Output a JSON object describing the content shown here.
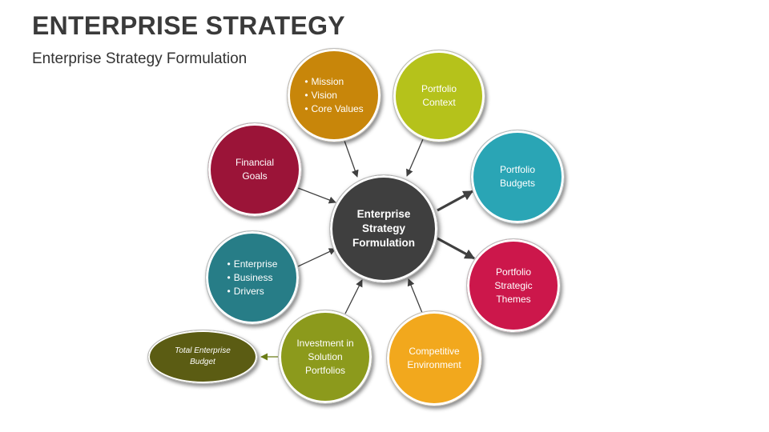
{
  "title": "ENTERPRISE STRATEGY",
  "subtitle": "Enterprise Strategy Formulation",
  "center": {
    "line1": "Enterprise",
    "line2": "Strategy",
    "line3": "Formulation",
    "color": "#3f3f3f"
  },
  "nodes": {
    "mission": {
      "items": [
        "Mission",
        "Vision",
        "Core Values"
      ],
      "color": "#c8860a"
    },
    "portfolio_context": {
      "line1": "Portfolio",
      "line2": "Context",
      "color": "#b5c21b"
    },
    "financial_goals": {
      "line1": "Financial",
      "line2": "Goals",
      "color": "#9b1438"
    },
    "portfolio_budgets": {
      "line1": "Portfolio",
      "line2": "Budgets",
      "color": "#2aa5b5"
    },
    "business_drivers": {
      "items": [
        "Enterprise",
        "Business",
        "Drivers"
      ],
      "color": "#277d87"
    },
    "strategic_themes": {
      "line1": "Portfolio",
      "line2": "Strategic",
      "line3": "Themes",
      "color": "#cc174b"
    },
    "investment": {
      "line1": "Investment in",
      "line2": "Solution",
      "line3": "Portfolios",
      "color": "#8c9a1c"
    },
    "competitive": {
      "line1": "Competitive",
      "line2": "Environment",
      "color": "#f2a81d"
    }
  },
  "budget": {
    "line1": "Total Enterprise",
    "line2": "Budget",
    "color": "#5b5c13"
  }
}
